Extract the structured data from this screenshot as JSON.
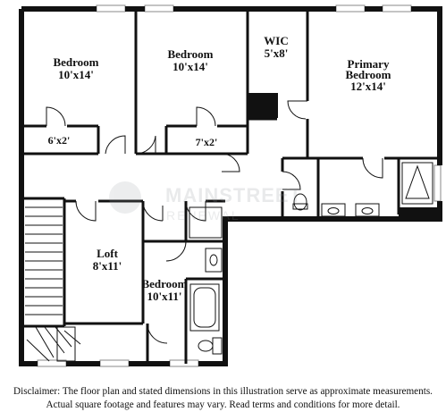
{
  "rooms": {
    "bedroom_left": {
      "name": "Bedroom",
      "size": "10'x14'"
    },
    "closet_left": {
      "size": "6'x2'"
    },
    "bedroom_center": {
      "name": "Bedroom",
      "size": "10'x14'"
    },
    "closet_center": {
      "size": "7'x2'"
    },
    "wic": {
      "name": "WIC",
      "size": "5'x8'"
    },
    "primary": {
      "name": "Primary",
      "name2": "Bedroom",
      "size": "12'x14'"
    },
    "loft": {
      "name": "Loft",
      "size": "8'x11'"
    },
    "bedroom_bottom": {
      "name": "Bedroom",
      "size": "10'x11'"
    }
  },
  "watermark": {
    "line1": "MAINSTREET",
    "line2": "RENEWAL"
  },
  "disclaimer": {
    "line1": "Disclaimer: The floor plan and stated dimensions in this illustration serve as approximate measurements.",
    "line2": "Actual square footage and features may vary. Read terms and conditions for more detail."
  }
}
